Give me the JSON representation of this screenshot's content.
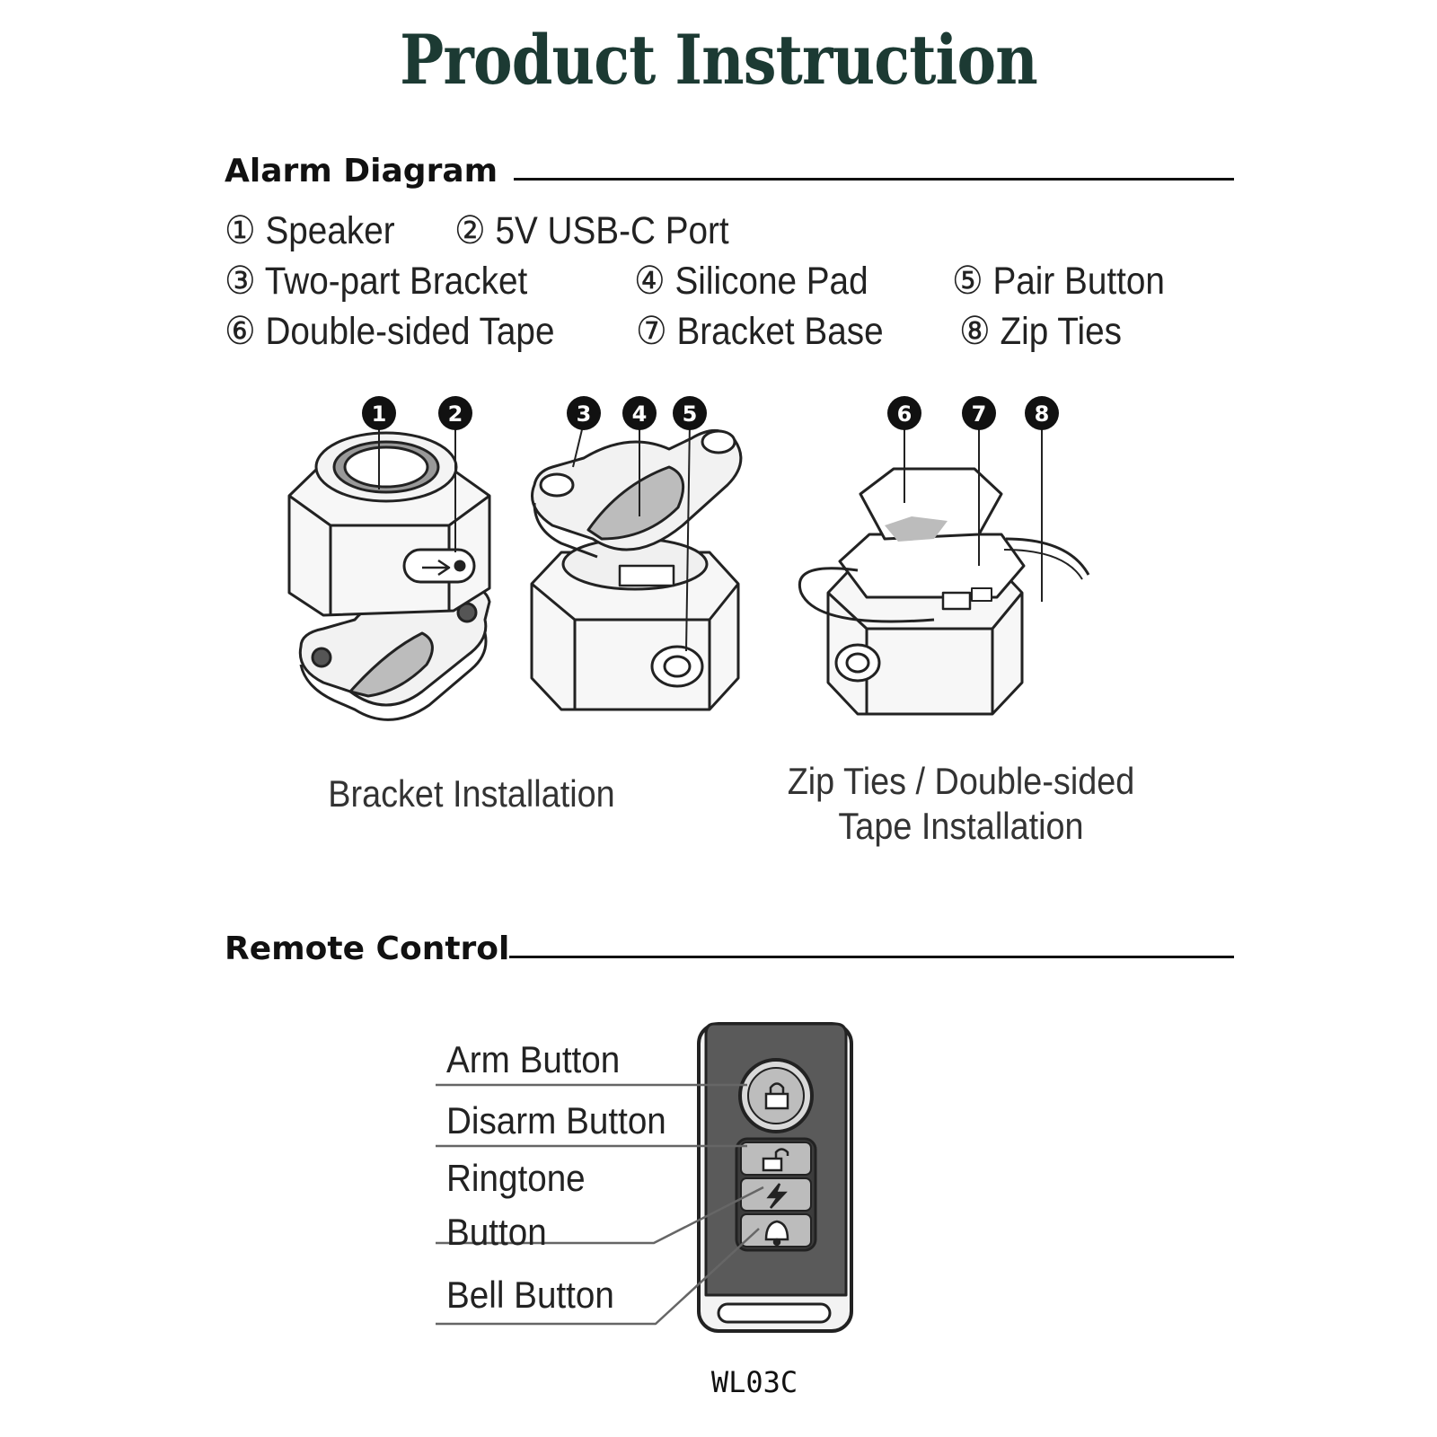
{
  "title": "Product Instruction",
  "alarm_section": {
    "heading": "Alarm Diagram",
    "legend": [
      {
        "num": "①",
        "label": "Speaker"
      },
      {
        "num": "②",
        "label": "5V USB-C Port"
      },
      {
        "num": "③",
        "label": "Two-part Bracket"
      },
      {
        "num": "④",
        "label": "Silicone Pad"
      },
      {
        "num": "⑤",
        "label": "Pair Button"
      },
      {
        "num": "⑥",
        "label": "Double-sided Tape"
      },
      {
        "num": "⑦",
        "label": "Bracket Base"
      },
      {
        "num": "⑧",
        "label": "Zip Ties"
      }
    ],
    "markers": [
      "1",
      "2",
      "3",
      "4",
      "5",
      "6",
      "7",
      "8"
    ],
    "caption_bracket": "Bracket Installation",
    "caption_zip_line1": "Zip Ties / Double-sided",
    "caption_zip_line2": "Tape Installation"
  },
  "remote_section": {
    "heading": "Remote Control",
    "labels": {
      "arm": "Arm Button",
      "disarm": "Disarm Button",
      "ringtone_line1": "Ringtone",
      "ringtone_line2": "Button",
      "bell": "Bell Button"
    },
    "model": "WL03C",
    "icons": [
      "lock-icon",
      "unlock-icon",
      "lightning-icon",
      "bell-icon"
    ]
  }
}
